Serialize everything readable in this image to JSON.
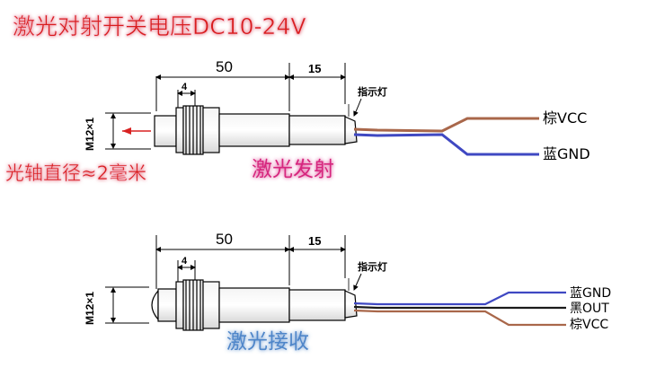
{
  "title": "激光对射开关电压DC10-24V",
  "colors": {
    "title": "#d81f1f",
    "title_glow": "#f4b6c8",
    "emitter_label": "#d6267e",
    "receiver_label": "#4f86c9",
    "brown_wire": "#a9674a",
    "blue_wire": "#3f48c2",
    "black_wire": "#1a1a1a",
    "beam_arrow": "#d82222"
  },
  "emitter": {
    "dim_total": "50",
    "dim_cable": "15",
    "dim_nut": "4",
    "thread": "M12×1",
    "indicator": "指示灯",
    "beam_note": "光轴直径≈2毫米",
    "label": "激光发射",
    "wires": [
      "棕VCC",
      "蓝GND"
    ]
  },
  "receiver": {
    "dim_total": "50",
    "dim_cable": "15",
    "dim_nut": "4",
    "thread": "M12×1",
    "indicator": "指示灯",
    "label": "激光接收",
    "wires": [
      "蓝GND",
      "黑OUT",
      "棕VCC"
    ]
  }
}
